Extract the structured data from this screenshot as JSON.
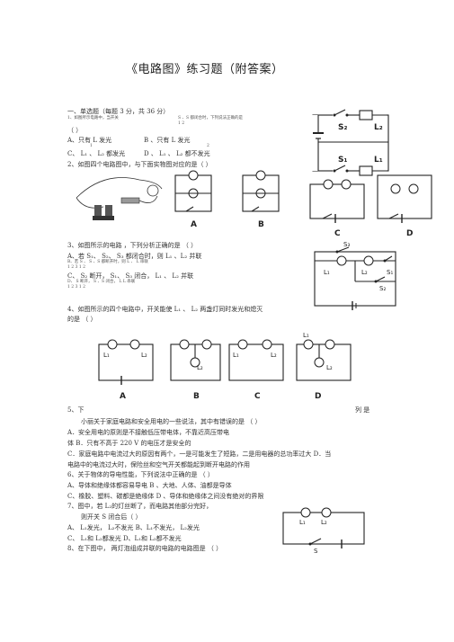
{
  "title": "《电路图》练习题（附答案）",
  "section1": "一、单选题（每题    3 分，共  36 分）",
  "q1": {
    "stem": "1、如图所示电路中，当开关",
    "stem2": "S 、S 都闭合时，下列说法正确的是",
    "sub": "1      2",
    "paren": "（          ）",
    "opt_a": "A、只有  L 发光",
    "opt_a_sub": "1",
    "opt_b": "B        、只有  L 发光",
    "opt_b_sub": "2",
    "opt_c": "C、 L₁  、 L₂ 都发光",
    "opt_d": "D       、 L₁ 、 L₂ 都不发光"
  },
  "q2": {
    "stem": "2、如图四个电路图中，与下面实物图对应的是（             ）"
  },
  "q3": {
    "stem": "3、如图所示的电路      ，下列分析正确的是          （         ）",
    "opt_a": "A、若 S₁、 S₂、 S₃ 都闭合时，则    L₁ 、L₂ 并联",
    "opt_a_small": "B、若 S  、 S  、S 都断开时，则                L  、 L  串联",
    "opt_a_small_sub": "1      2      3                                    1      2",
    "opt_c": "C、 S₂ 断开，  S₁、 S₃ 闭合，  L₁ 、 L₂ 并联",
    "opt_c_small": "D、 S 断开，  S  、S 闭合，  L                  L 串联",
    "opt_c_small_sub": "1              2      3           1                        2"
  },
  "q4": {
    "stem": "4、如图所示的四个电路中，开关能使             L₁ 、 L₂ 两盏灯同时发光和熄灭",
    "stem2": "的是    （     ）"
  },
  "q5": {
    "num": "5、下",
    "tail": "列        是",
    "stem": "小丽关于家庭电路和安全用电的一些说法，其中有错误的是                 （          ）",
    "a": "A．安全用电的原则是不接触低压带电体，不靠近高压带电",
    "a2": "体 B．只有不高于 220 V 的电压才是安全的",
    "c": "C．家庭电路中电流过大的原因有两个，一是可能发生了短路，二是用电器的总功率过大 D．当",
    "c2": "电路中的电流过大时，保险丝和空气开关都能起到断开电路的作用"
  },
  "q6": {
    "stem": "6、关于物体的导电性能，下列说法中正确的是                     （          ）",
    "ab": "A、导体和绝缘体都容易导电                  B        、大地、人体、油都是导体",
    "cd": "C、橡胶、塑料、碳都是绝缘体            D        、导体和绝缘体之间没有绝对的界限"
  },
  "q7": {
    "stem": "7、图中，若  L₂的灯丝断了，而电路其他部分完好，",
    "stem2": "则开关 S 闭合后（          ）",
    "ab": "A、 L₁发光，  L₂不发光     B、L₁不发光，  L₂发光",
    "cd": "C、 L₁和 L₂都发光            D、L₁和 L₂都不发光"
  },
  "q8": {
    "stem": "8、在下图中，    两灯泡组成并联的电路的电路图是          （          ）"
  },
  "labels": {
    "s2": "S₂",
    "l2": "L₂",
    "s1": "S₁",
    "l1": "L₁",
    "fig3_s3": "S₃",
    "fig3_l1": "L₁",
    "fig3_l2": "L₂",
    "fig3_s1": "S₁",
    "fig3_s2": "S₂",
    "q2_a": "A",
    "q2_b": "B",
    "q2_c": "C",
    "q2_d": "D",
    "q4_a": "A",
    "q4_b": "B",
    "q4_c": "C",
    "q4_d": "D",
    "q4_l1": "L₁",
    "q4_l2": "L₂",
    "q7_l1": "L₁",
    "q7_l2": "L₂",
    "q7_s": "S"
  }
}
